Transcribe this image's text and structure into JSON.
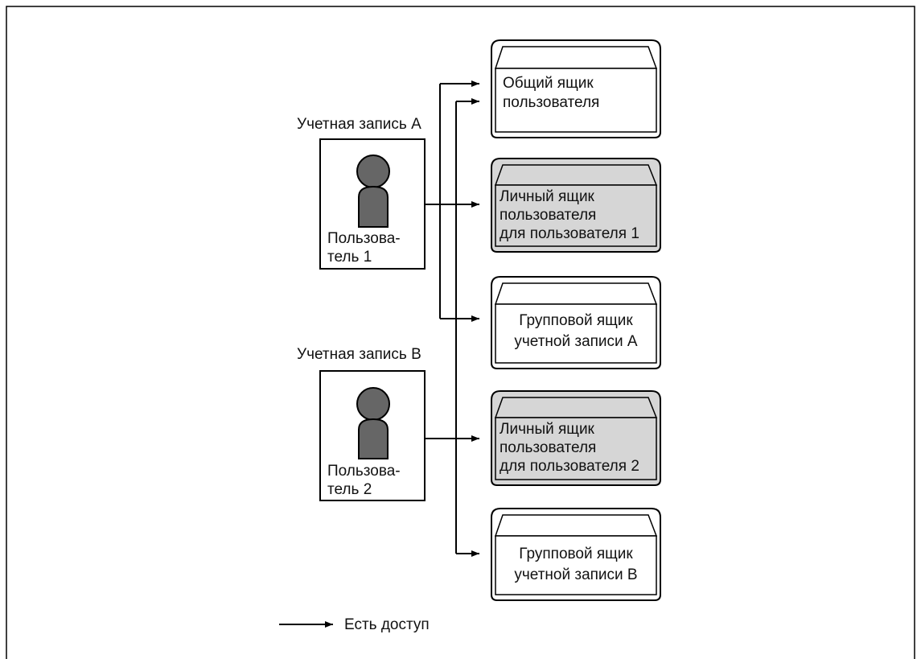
{
  "accounts": [
    {
      "label": "Учетная запись A",
      "user_line1": "Пользова-",
      "user_line2": "тель 1"
    },
    {
      "label": "Учетная запись B",
      "user_line1": "Пользова-",
      "user_line2": "тель 2"
    }
  ],
  "boxes": [
    {
      "lines": [
        "Общий ящик",
        "пользователя"
      ],
      "shaded": false
    },
    {
      "lines": [
        "Личный ящик",
        "пользователя",
        "для пользователя 1"
      ],
      "shaded": true
    },
    {
      "lines": [
        "Групповой ящик",
        "учетной записи A"
      ],
      "shaded": false
    },
    {
      "lines": [
        "Личный ящик",
        "пользователя",
        "для пользователя 2"
      ],
      "shaded": true
    },
    {
      "lines": [
        "Групповой ящик",
        "учетной записи B"
      ],
      "shaded": false
    }
  ],
  "legend": {
    "label": "Есть доступ"
  },
  "colors": {
    "person": "#666666",
    "shaded_box": "#d6d6d6",
    "line": "#000000"
  }
}
